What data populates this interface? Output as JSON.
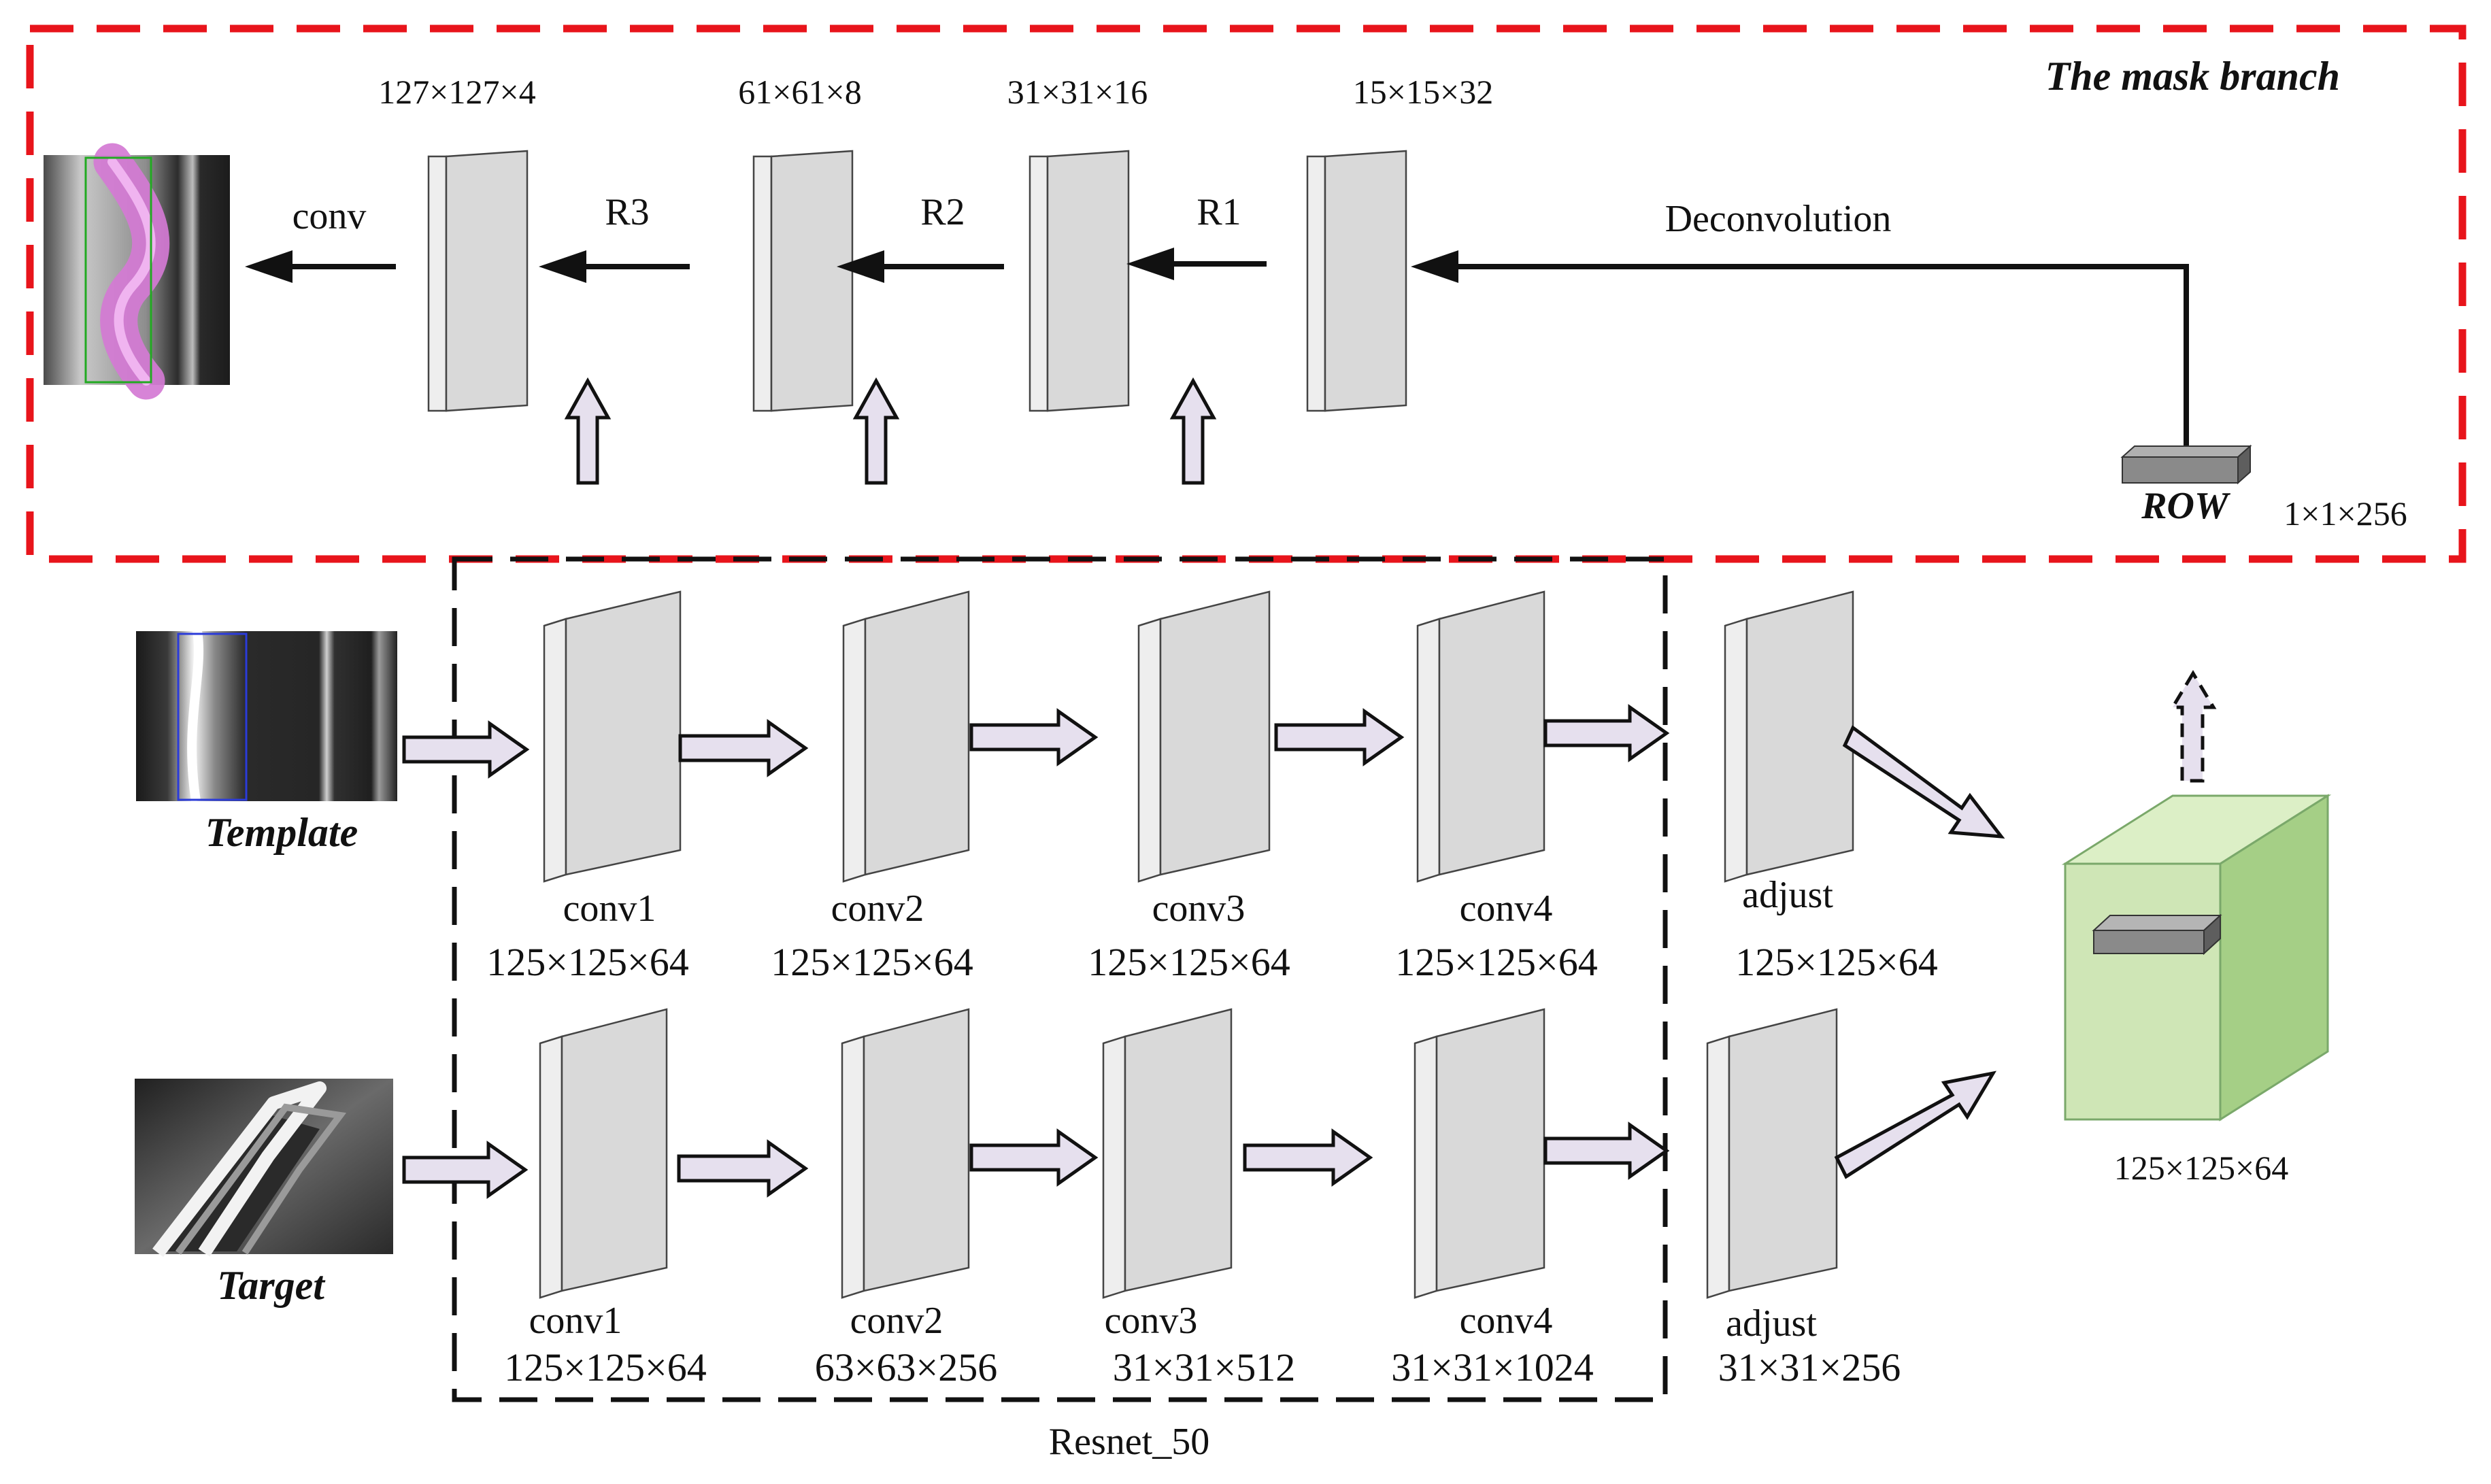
{
  "mask_branch": {
    "title": "The mask branch",
    "labels": {
      "conv": "conv",
      "r3": "R3",
      "r2": "R2",
      "r1": "R1",
      "deconv": "Deconvolution",
      "row": "ROW",
      "row_dim": "1×1×256"
    },
    "dims": [
      "127×127×4",
      "61×61×8",
      "31×31×16",
      "15×15×32"
    ]
  },
  "inputs": {
    "template": "Template",
    "target": "Target"
  },
  "backbone": {
    "name": "Resnet_50",
    "template_layers": [
      {
        "name": "conv1",
        "dim": "125×125×64"
      },
      {
        "name": "conv2",
        "dim": "125×125×64"
      },
      {
        "name": "conv3",
        "dim": "125×125×64"
      },
      {
        "name": "conv4",
        "dim": "125×125×64"
      }
    ],
    "target_layers": [
      {
        "name": "conv1",
        "dim": "125×125×64"
      },
      {
        "name": "conv2",
        "dim": "63×63×256"
      },
      {
        "name": "conv3",
        "dim": "31×31×512"
      },
      {
        "name": "conv4",
        "dim": "31×31×1024"
      }
    ]
  },
  "adjust": {
    "template": {
      "name": "adjust",
      "dim": "125×125×64"
    },
    "target": {
      "name": "adjust",
      "dim": "31×31×256"
    }
  },
  "response": {
    "dim": "125×125×64"
  },
  "colors": {
    "mask_border": "#e8141b",
    "resnet_border": "#111111",
    "arrow_fill": "#e6e0ee",
    "cube_front": "#cfe6b6",
    "cube_side": "#a5cf86",
    "bar": "#8a8a8a",
    "plate": "#d9d9d9",
    "mask_overlay": "#d47ad4"
  },
  "icons": [
    "solid-left-arrow-icon",
    "hollow-right-arrow-icon",
    "hollow-up-arrow-icon",
    "dashed-up-arrow-icon"
  ]
}
